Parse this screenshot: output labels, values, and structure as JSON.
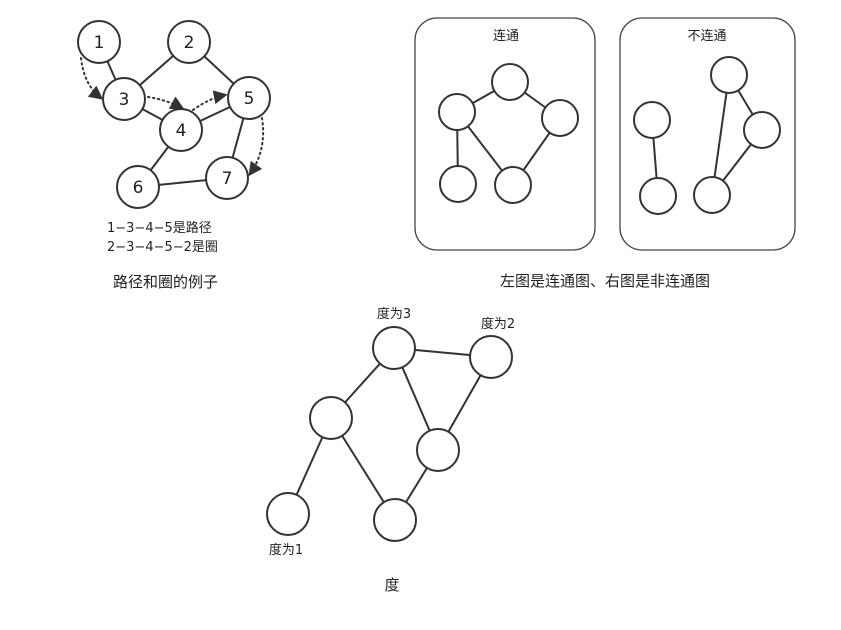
{
  "path_example": {
    "caption": "路径和圈的例子",
    "node_labels": [
      "1",
      "2",
      "3",
      "4",
      "5",
      "6",
      "7"
    ],
    "path_text": "1−3−4−5是路径",
    "cycle_text": "2−3−4−5−2是圈"
  },
  "connectivity": {
    "caption": "左图是连通图、右图是非连通图",
    "connected_title": "连通",
    "disconnected_title": "不连通"
  },
  "degree": {
    "caption": "度",
    "label_degree3": "度为3",
    "label_degree2": "度为2",
    "label_degree1": "度为1"
  }
}
